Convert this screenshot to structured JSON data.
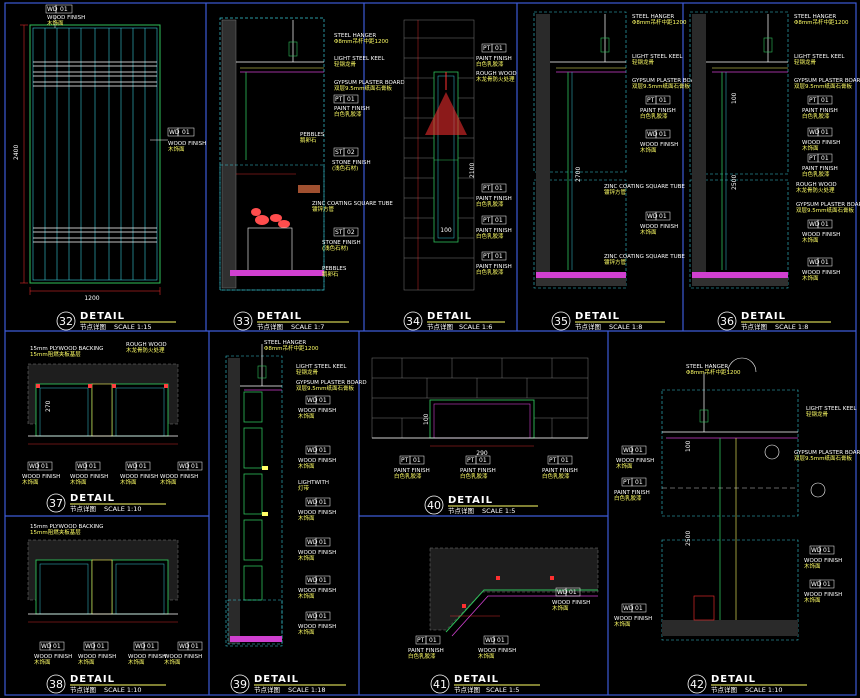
{
  "details": [
    {
      "id": "d32",
      "number": "32",
      "title": "DETAIL",
      "subtitle": "节点详图",
      "scale": "SCALE 1:15"
    },
    {
      "id": "d33",
      "number": "33",
      "title": "DETAIL",
      "subtitle": "节点详图",
      "scale": "SCALE 1:7"
    },
    {
      "id": "d34",
      "number": "34",
      "title": "DETAIL",
      "subtitle": "节点详图",
      "scale": "SCALE 1:6"
    },
    {
      "id": "d35",
      "number": "35",
      "title": "DETAIL",
      "subtitle": "节点详图",
      "scale": "SCALE 1:8"
    },
    {
      "id": "d36",
      "number": "36",
      "title": "DETAIL",
      "subtitle": "节点详图",
      "scale": "SCALE 1:8"
    },
    {
      "id": "d37",
      "number": "37",
      "title": "DETAIL",
      "subtitle": "节点详图",
      "scale": "SCALE 1:10"
    },
    {
      "id": "d38",
      "number": "38",
      "title": "DETAIL",
      "subtitle": "节点详图",
      "scale": "SCALE 1:10"
    },
    {
      "id": "d39",
      "number": "39",
      "title": "DETAIL",
      "subtitle": "节点详图",
      "scale": "SCALE 1:18"
    },
    {
      "id": "d40",
      "number": "40",
      "title": "DETAIL",
      "subtitle": "节点详图",
      "scale": "SCALE 1:5"
    },
    {
      "id": "d41",
      "number": "41",
      "title": "DETAIL",
      "subtitle": "节点详图",
      "scale": "SCALE 1:5"
    },
    {
      "id": "d42",
      "number": "42",
      "title": "DETAIL",
      "subtitle": "节点详图",
      "scale": "SCALE 1:10"
    }
  ],
  "labels": {
    "steel_hanger": "STEEL HANGER",
    "steel_hanger_cn": "Φ8mm吊杆中距1200",
    "light_steel_keel": "LIGHT STEEL KEEL",
    "light_steel_keel_cn": "轻钢龙骨",
    "gypsum_board": "GYPSUM PLASTER BOARD",
    "gypsum_board_cn": "双层9.5mm纸面石膏板",
    "paint_finish": "PAINT FINISH",
    "paint_finish_cn": "白色乳胶漆",
    "wood_finish": "WOOD FINISH",
    "wood_finish_cn": "木饰面",
    "stone_finish": "STONE FINISH",
    "stone_finish_cn": "(浅色石材)",
    "pebbles": "PEBBLES",
    "pebbles_cn": "鹅卵石",
    "zinc_tube": "ZINC COATING SQUARE TUBE",
    "zinc_tube_cn": "镀锌方管",
    "rough_wood": "ROUGH WOOD",
    "rough_wood_cn": "木龙骨防火处理",
    "plywood": "15mm PLYWOOD BACKING",
    "plywood_cn": "15mm阻燃夹板基层",
    "lightwith": "LIGHTWITH",
    "lightwith_cn": "灯带",
    "tag_wd": "WD",
    "tag_pt": "PT",
    "tag_st": "ST",
    "tag_01": "01",
    "tag_02": "02"
  },
  "dimensions": {
    "d32_height": "2400",
    "d32_width": "1200",
    "d34_a": "2100",
    "d34_b": "100",
    "d35": "2700",
    "d36_a": "2500",
    "d36_b": "100",
    "d37": "270",
    "d40": "290",
    "d40_b": "100",
    "d42_a": "2500",
    "d42_b": "100"
  },
  "colors": {
    "background": "#000000",
    "frame": "#3d5bd6",
    "line_white": "#ffffff",
    "line_green": "#2fbf5a",
    "line_cyan": "#38c9d8",
    "line_magenta": "#d040d0",
    "line_yellow": "#ffff66",
    "line_red": "#ff3030",
    "hatch": "#7a7a7a"
  }
}
